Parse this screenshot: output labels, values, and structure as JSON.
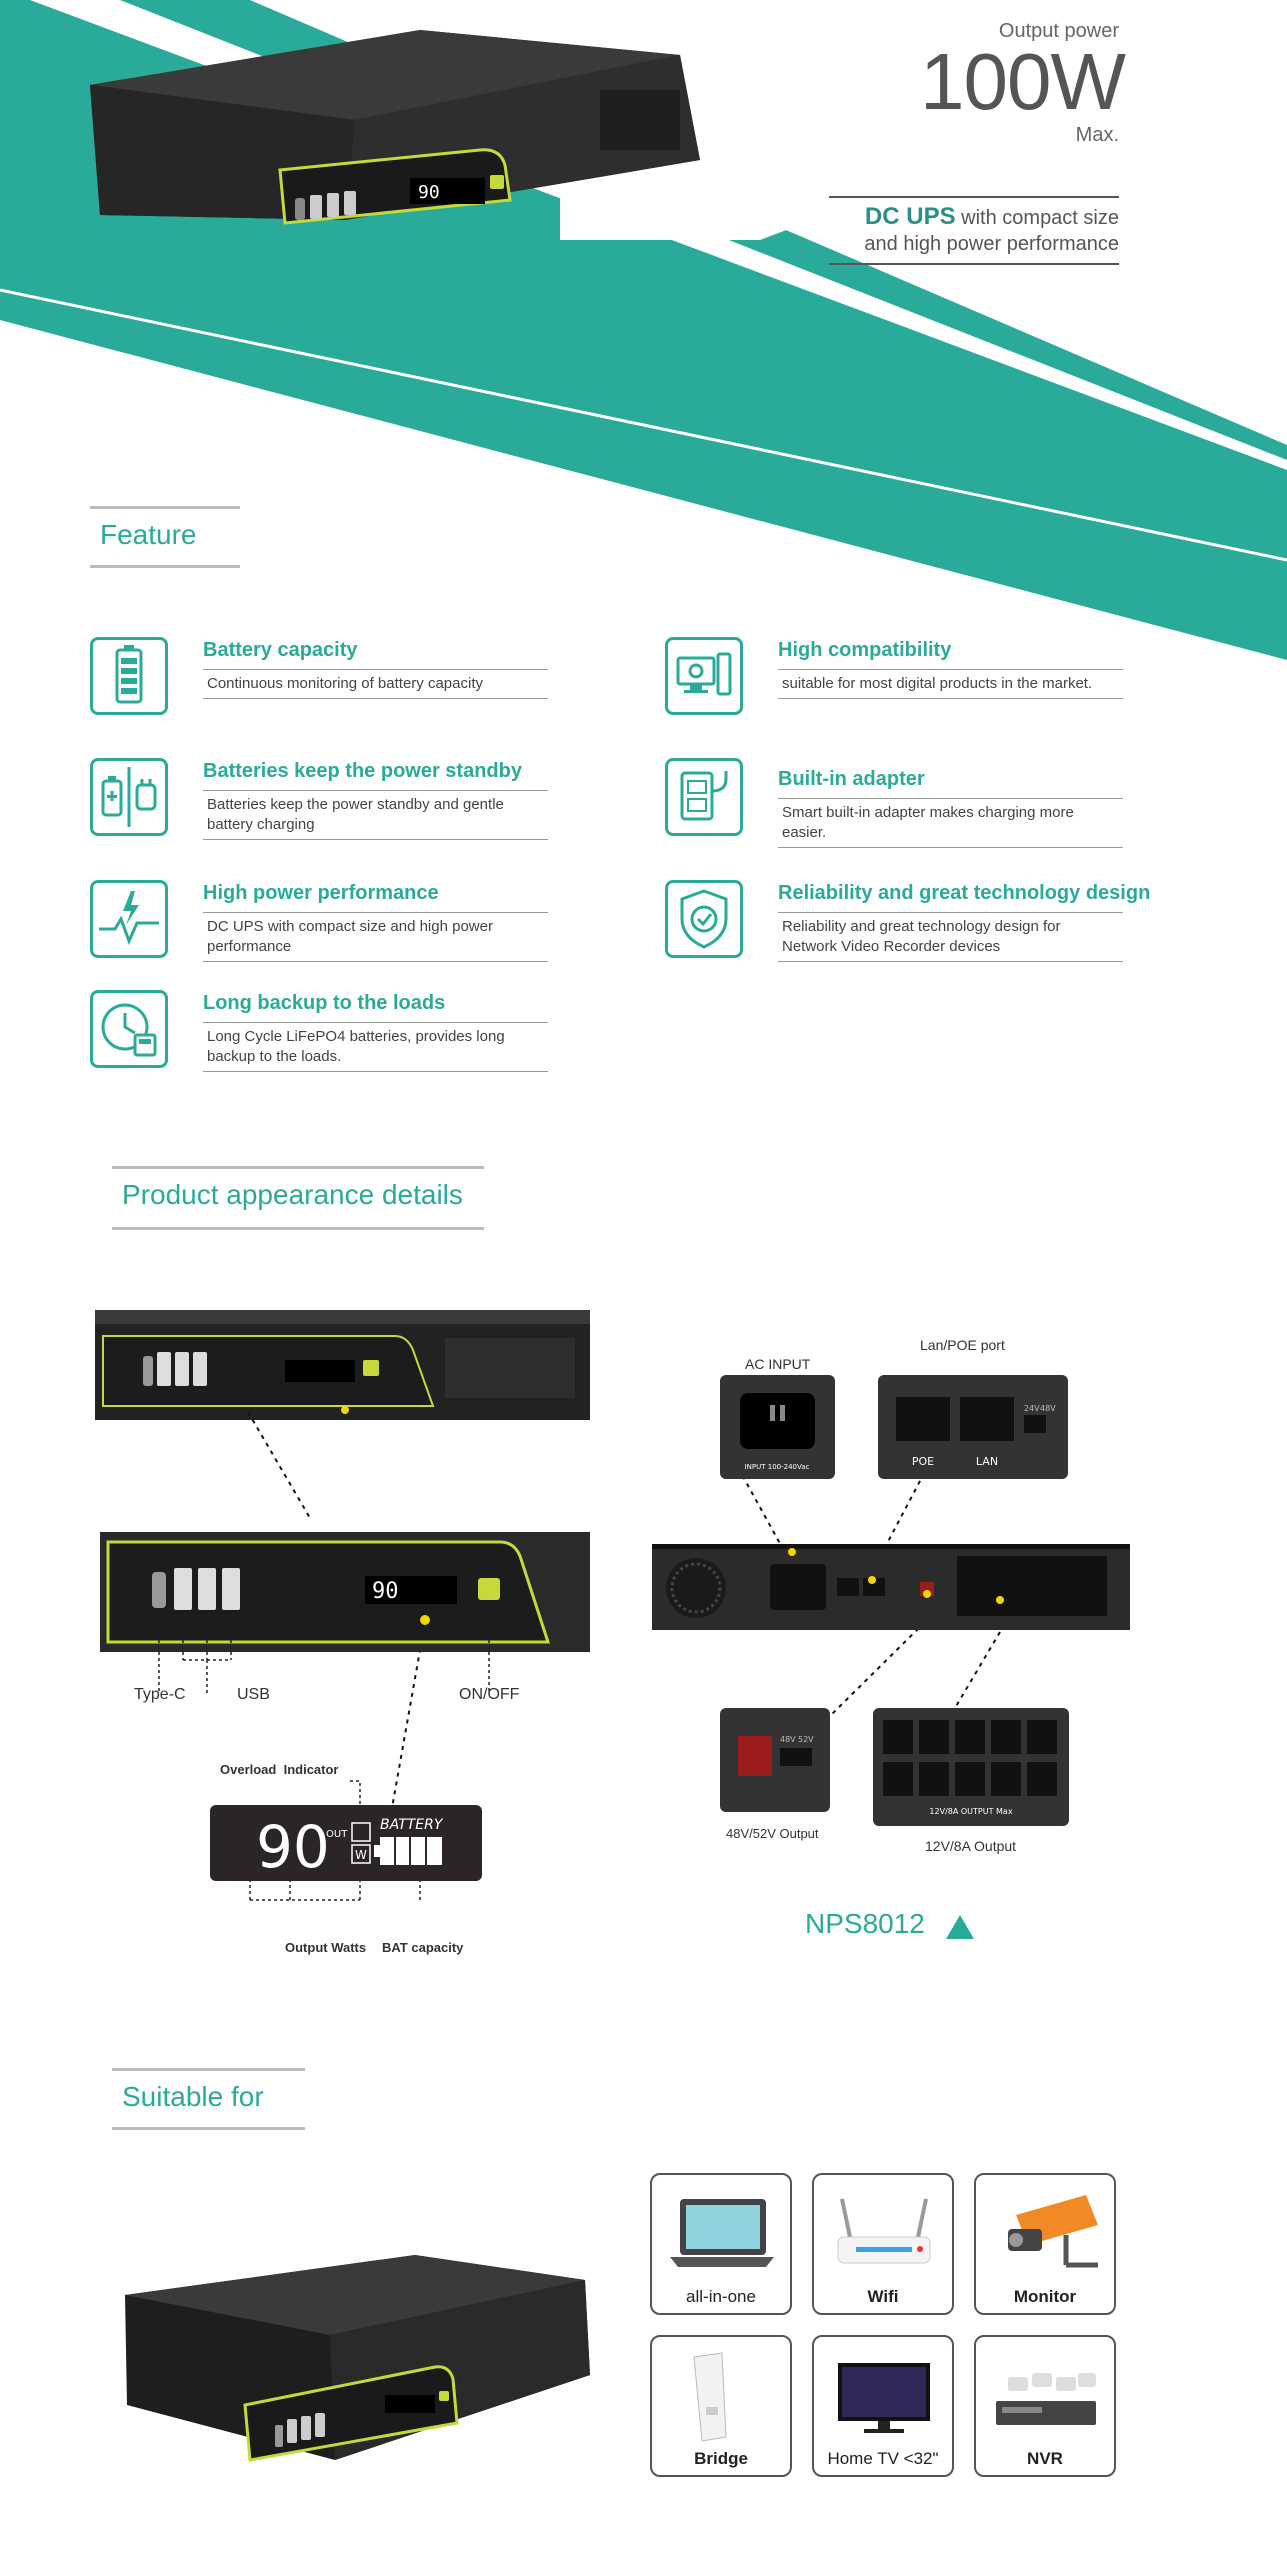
{
  "hero": {
    "output_caption": "Output power",
    "output_value": "100W",
    "output_max": "Max.",
    "tagline_bold": "DC UPS",
    "tagline_rest_1": "with compact size",
    "tagline_rest_2": "and high power performance",
    "display_reading": "90"
  },
  "feature_section": {
    "heading": "Feature",
    "items": [
      {
        "title": "Battery capacity",
        "desc": "Continuous monitoring of battery capacity",
        "icon": "battery-icon"
      },
      {
        "title": "High compatibility",
        "desc": "suitable for most digital products in the market.",
        "icon": "computer-gear-icon"
      },
      {
        "title": "Batteries keep the power standby",
        "desc": "Batteries keep the power standby and gentle battery charging",
        "icon": "battery-standby-icon"
      },
      {
        "title": "Built-in adapter",
        "desc": "Smart built-in adapter makes charging more easier.",
        "icon": "adapter-icon"
      },
      {
        "title": "High power performance",
        "desc": "DC UPS with compact size and high power performance",
        "icon": "lightning-pulse-icon"
      },
      {
        "title": "Reliability and great technology design",
        "desc": "Reliability and great technology design for Network Video Recorder devices",
        "icon": "shield-check-icon"
      },
      {
        "title": "Long backup to the loads",
        "desc": "Long Cycle LiFePO4 batteries, provides long backup to the loads.",
        "icon": "clock-battery-icon"
      }
    ]
  },
  "appearance_section": {
    "heading": "Product appearance details",
    "front_labels": {
      "type_c": "Type-C",
      "usb": "USB",
      "on_off": "ON/OFF",
      "overload": "Overload",
      "indicator": "Indicator",
      "output_watts": "Output Watts",
      "bat_capacity": "BAT capacity",
      "battery_word": "BATTERY",
      "display_value": "90",
      "out_word": "OUT",
      "w_unit": "W"
    },
    "rear_labels": {
      "ac_input": "AC INPUT",
      "lan_poe": "Lan/POE port",
      "poe": "POE",
      "lan": "LAN",
      "input_rating": "INPUT 100-240Vac",
      "out_48_52": "48V/52V Output",
      "out_12v": "12V/8A Output",
      "switch_24": "24V",
      "switch_48": "48V",
      "switch_48b": "48V",
      "switch_52": "52V",
      "outputs_caption": "12V/8A OUTPUT Max"
    },
    "model": "NPS8012"
  },
  "suitable_section": {
    "heading": "Suitable for",
    "tiles": [
      {
        "label": "all-in-one",
        "icon": "all-in-one-icon"
      },
      {
        "label": "Wifi",
        "icon": "router-icon"
      },
      {
        "label": "Monitor",
        "icon": "camera-icon"
      },
      {
        "label": "Bridge",
        "icon": "bridge-icon"
      },
      {
        "label": "Home TV <32\"",
        "icon": "tv-icon"
      },
      {
        "label": "NVR",
        "icon": "nvr-icon"
      }
    ]
  },
  "colors": {
    "teal": "#2aab9a",
    "device_dark": "#2b2b2b",
    "accent_lime": "#c7d93a"
  }
}
